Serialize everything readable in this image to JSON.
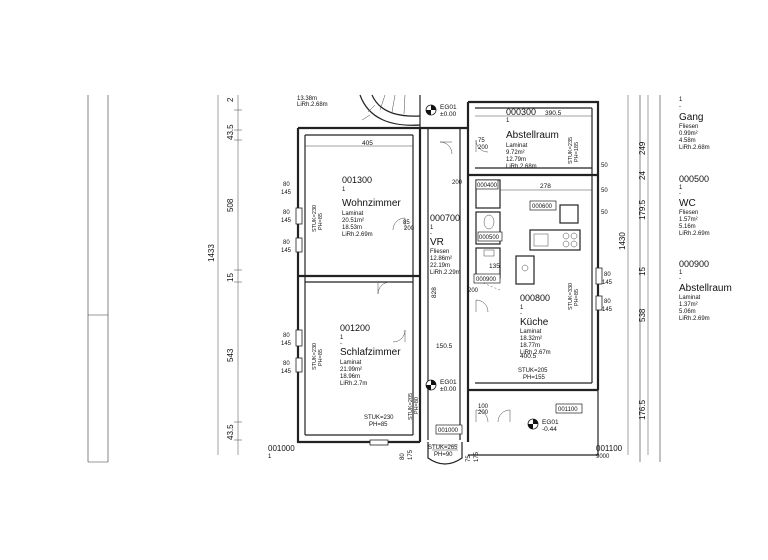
{
  "rooms": {
    "wohnzimmer": {
      "id": "001300",
      "n": "1",
      "name": "Wohnzimmer",
      "floor": "Laminat",
      "area": "20.51m²",
      "perim": "18.53m",
      "height": "LiRh.2.69m"
    },
    "schlafzimmer": {
      "id": "001200",
      "n": "1",
      "dash": "-",
      "name": "Schlafzimmer",
      "floor": "Laminat",
      "area": "21.99m²",
      "perim": "18.96m",
      "height": "LiRh.2.7m"
    },
    "abstellraum_top": {
      "id": "000300",
      "n": "1",
      "name": "Abstellraum",
      "floor": "Laminat",
      "area": "9.72m²",
      "perim": "12.79m",
      "height": "LiRh.2.68m"
    },
    "vr": {
      "id": "000700",
      "n": "1",
      "dash": "-",
      "name": "VR",
      "floor": "Fliesen",
      "area": "12.86m²",
      "perim": "22.19m",
      "height": "LiRh.2.29m"
    },
    "kueche": {
      "id": "000800",
      "n": "1",
      "dash": "-",
      "name": "Küche",
      "floor": "Laminat",
      "area": "18.32m²",
      "perim": "18.77m",
      "height": "LiRh.2.67m"
    },
    "gang": {
      "n": "1",
      "dash": "-",
      "name": "Gang",
      "floor": "Fliesen",
      "area": "0.99m²",
      "perim": "4.58m",
      "height": "LiRh.2.68m"
    },
    "wc": {
      "id": "000500",
      "n": "1",
      "dash": "-",
      "name": "WC",
      "floor": "Fliesen",
      "area": "1.57m²",
      "perim": "5.16m",
      "height": "LiRh.2.69m"
    },
    "abstellraum_side": {
      "id": "000900",
      "n": "1",
      "dash": "-",
      "name": "Abstellraum",
      "floor": "Laminat",
      "area": "1.37m²",
      "perim": "5.06m",
      "height": "LiRh.2.69m"
    }
  },
  "tags": {
    "t000400": "000400",
    "t000500": "000500",
    "t000600": "000600",
    "t000900": "000900",
    "t001000": "001000",
    "t001100": "001100",
    "t001000_b": "001000",
    "t001100_b": "001100",
    "n1_left": "1",
    "n1_right": "1",
    "n9000": "9000"
  },
  "elevations": {
    "eg01_top": "EG01",
    "val_top": "±0.00",
    "eg01_mid": "EG01",
    "val_mid": "±0.00",
    "eg01_bot": "EG01",
    "val_bot": "-0.44",
    "partial_top": "13.38m",
    "partial_height": "LiRh.2.68m"
  },
  "dims": {
    "left_total": "1433",
    "left_2": "2",
    "left_43a": "43.5",
    "left_508": "508",
    "left_15": "15",
    "left_543": "543",
    "left_43b": "43.5",
    "right_249": "249",
    "right_24": "24",
    "right_1795": "179.5",
    "right_15": "15",
    "right_538": "538",
    "right_1765": "176.5",
    "right_1430": "1430",
    "top_405": "405",
    "top_3905": "390.5",
    "top_278": "278",
    "top_135": "135",
    "top_1505": "150.5",
    "top_4005": "400.5",
    "top_828": "828",
    "d80a": "80",
    "d145a": "145",
    "d80b": "80",
    "d145b": "145",
    "d80c": "80",
    "d145c": "145",
    "d80d": "80",
    "d145d": "145",
    "d80e": "80",
    "d145e": "145",
    "d85": "85",
    "d200": "200",
    "d75": "75",
    "d200b": "200",
    "d80f": "80",
    "d145f": "145",
    "d80g": "80",
    "d145g": "145",
    "d50a": "50",
    "d50b": "50",
    "d50c": "50",
    "d200c": "200",
    "d200d": "200",
    "d100": "100",
    "d200e": "200",
    "d80h": "80",
    "d175a": "175",
    "d75b": "75",
    "d175b": "175",
    "stuk_wz": "STUK=230",
    "ph_wz": "PH=85",
    "stuk_sz": "STUK=230",
    "ph_sz": "PH=85",
    "stuk_ab": "STUK=235",
    "ph_ab": "PH=185",
    "stuk_k": "STUK=330",
    "ph_k": "PH=85",
    "stuk_205": "STUK=205",
    "ph_155": "PH=155",
    "stuk_230b": "STUK=230",
    "ph_85b": "PH=85",
    "stuk_265": "STUK=265",
    "ph_90": "PH=90",
    "stuk_vr": "STUK=205",
    "ph_vr": "PH=80"
  }
}
